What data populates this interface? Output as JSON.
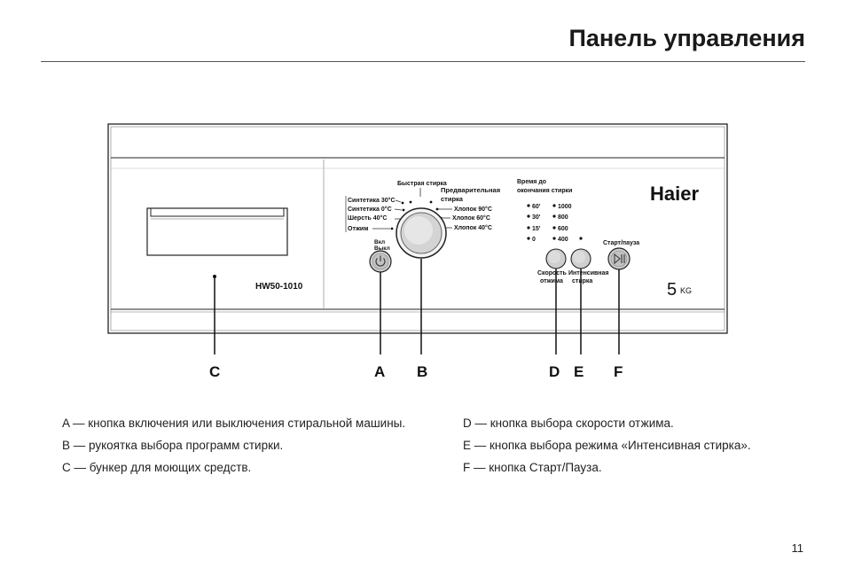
{
  "header": {
    "title": "Панель управления"
  },
  "panel": {
    "model": "HW50-1010",
    "brand": "Haier",
    "capacity_number": "5",
    "capacity_unit": "KG",
    "power_label_on": "Вкл",
    "power_label_off": "Выкл",
    "programs_left": [
      "Синтетика 30°C",
      "Синтетика 0°C",
      "Шерсть 40°C",
      "Отжим"
    ],
    "program_top": "Быстрая стирка",
    "program_top_right": [
      "Предварительная",
      "стирка"
    ],
    "programs_right": [
      "Хлопок 90°C",
      "Хлопок 60°C",
      "Хлопок 40°C"
    ],
    "time_title": [
      "Время до",
      "окончания стирки"
    ],
    "time_values": [
      "60'",
      "30'",
      "15'",
      "0"
    ],
    "spin_values": [
      "1000",
      "800",
      "600",
      "400"
    ],
    "start_label": "Старт/пауза",
    "spin_button_label": [
      "Скорость",
      "отжима"
    ],
    "intensive_button_label": [
      "Интенсивная",
      "стирка"
    ]
  },
  "callouts": [
    "C",
    "A",
    "B",
    "D",
    "E",
    "F"
  ],
  "legend": {
    "left": [
      "A — кнопка включения или выключения стиральной машины.",
      "B — рукоятка выбора программ стирки.",
      "C — бункер для моющих средств."
    ],
    "right": [
      "D — кнопка выбора скорости отжима.",
      "E — кнопка выбора режима «Интенсивная стирка».",
      "F — кнопка Старт/Пауза."
    ]
  },
  "page_number": "11"
}
